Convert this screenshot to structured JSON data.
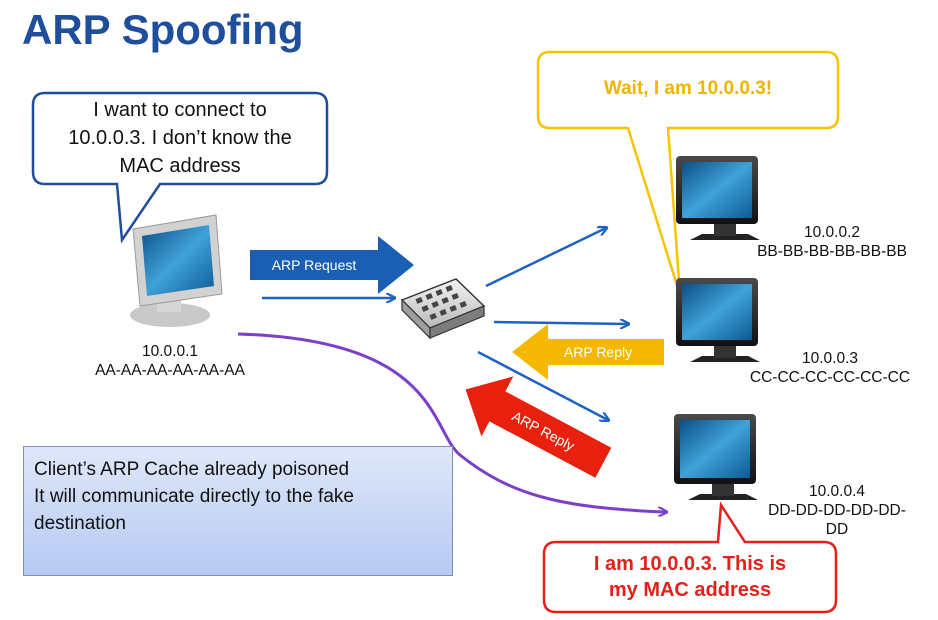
{
  "title": "ARP Spoofing",
  "client_bubble": [
    "I want to connect to",
    "10.0.0.3. I don’t know the",
    "MAC address"
  ],
  "client": {
    "ip": "10.0.0.1",
    "mac": "AA-AA-AA-AA-AA-AA"
  },
  "host2": {
    "ip": "10.0.0.2",
    "mac": "BB-BB-BB-BB-BB-BB"
  },
  "host3": {
    "ip": "10.0.0.3",
    "mac": "CC-CC-CC-CC-CC-CC"
  },
  "host4": {
    "ip": "10.0.0.4",
    "mac_line1": "DD-DD-DD-DD-DD-",
    "mac_line2": "DD"
  },
  "host3_bubble": "Wait, I am 10.0.0.3!",
  "attacker_bubble": [
    "I am 10.0.0.3. This is",
    "my MAC address"
  ],
  "arrows": {
    "request": "ARP Request",
    "reply": "ARP Reply",
    "fake_reply": "ARP Reply"
  },
  "info_box": [
    "Client’s ARP Cache already poisoned",
    "It will communicate directly to the fake",
    "destination"
  ],
  "colors": {
    "title": "#1f4e9c",
    "request_arrow": "#1a5fb4",
    "reply_arrow": "#f5b800",
    "fake_reply_arrow": "#e8210f",
    "poisoned_path": "#7b3fc8",
    "link_arrows": "#1e63c4"
  },
  "icons": [
    "computer-icon",
    "network-switch-icon"
  ]
}
